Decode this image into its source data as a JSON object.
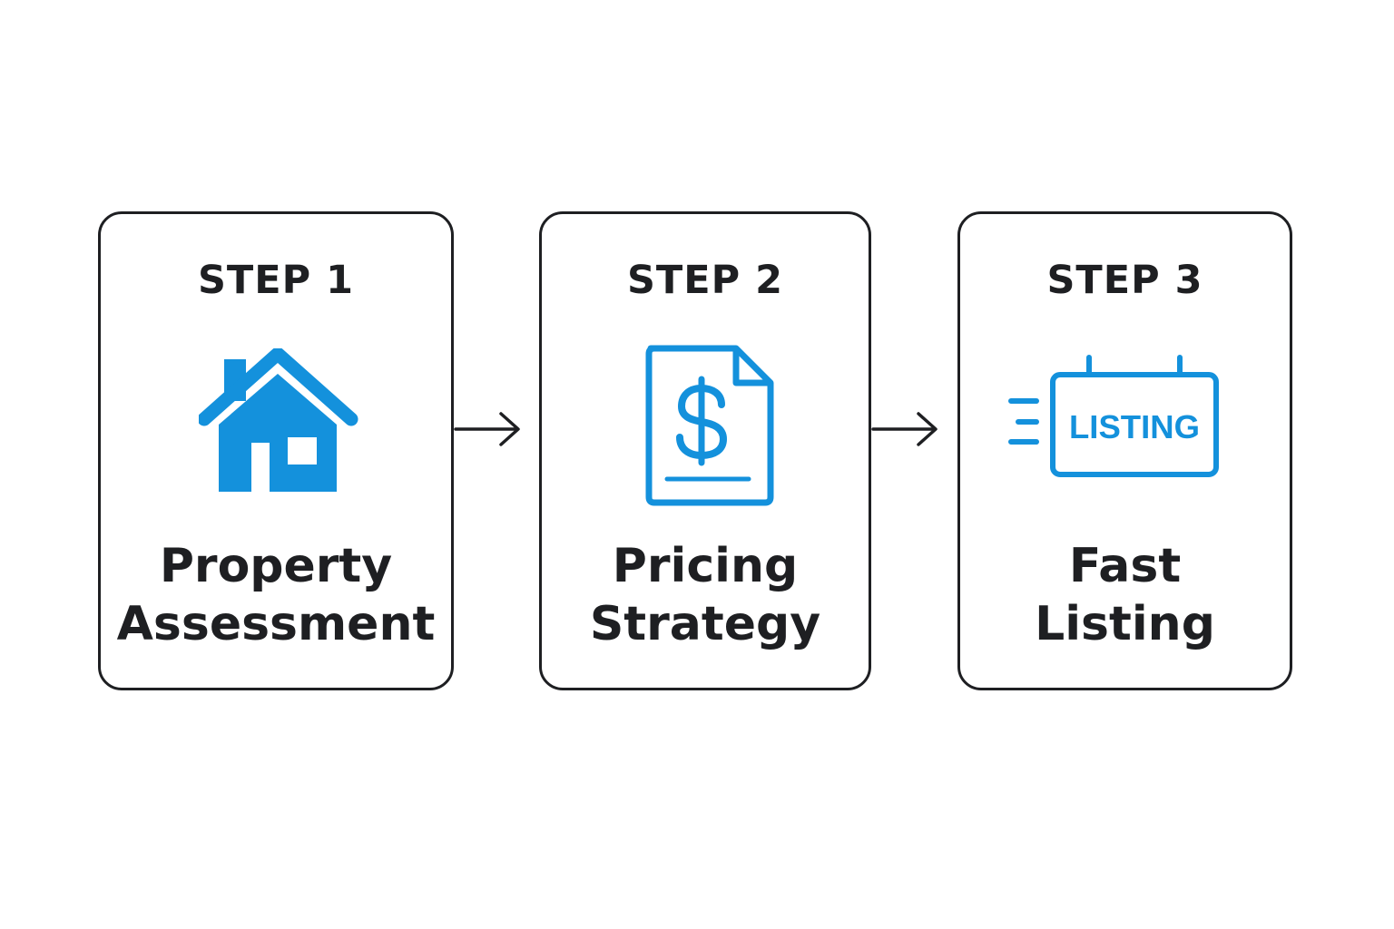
{
  "accent_color": "#1491dc",
  "text_color": "#1e1f22",
  "steps": [
    {
      "label": "STEP 1",
      "icon": "house-icon",
      "title_line1": "Property",
      "title_line2": "Assessment"
    },
    {
      "label": "STEP 2",
      "icon": "price-document-icon",
      "title_line1": "Pricing",
      "title_line2": "Strategy"
    },
    {
      "label": "STEP 3",
      "icon": "listing-sign-icon",
      "icon_text": "LISTING",
      "title_line1": "Fast",
      "title_line2": "Listing"
    }
  ],
  "connectors": [
    "arrow-right-icon",
    "arrow-right-icon"
  ]
}
